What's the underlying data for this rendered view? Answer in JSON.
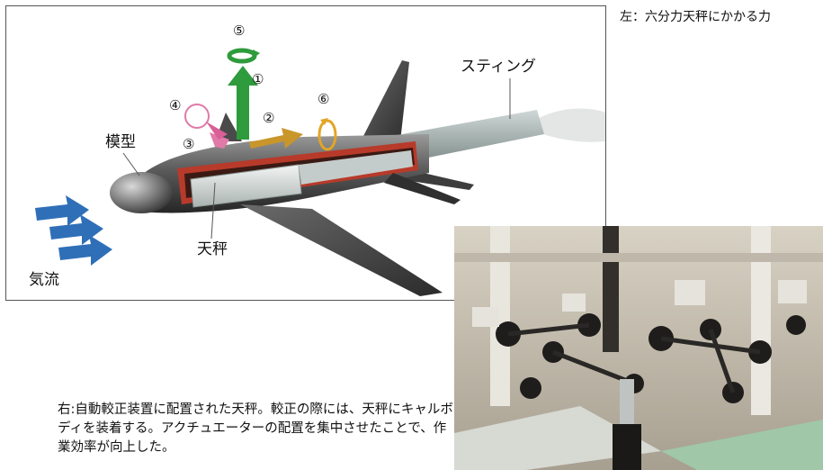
{
  "diagram": {
    "labels": {
      "model": "模型",
      "balance": "天秤",
      "airflow": "気流",
      "sting": "スティング"
    },
    "force_numbers": [
      "①",
      "②",
      "③",
      "④",
      "⑤",
      "⑥"
    ]
  },
  "captions": {
    "left": "左：六分力天秤にかかる力",
    "right": "右:自動較正装置に配置された天秤。較正の際には、天秤にキャルボディを装着する。アクチュエーターの配置を集中させたことで、作業効率が向上した。"
  },
  "colors": {
    "force_up": "#2e9b3c",
    "force_forward": "#c8962a",
    "force_moment": "#e07aa8",
    "airflow": "#2f6fb8",
    "balance_housing": "#b83a2a"
  }
}
